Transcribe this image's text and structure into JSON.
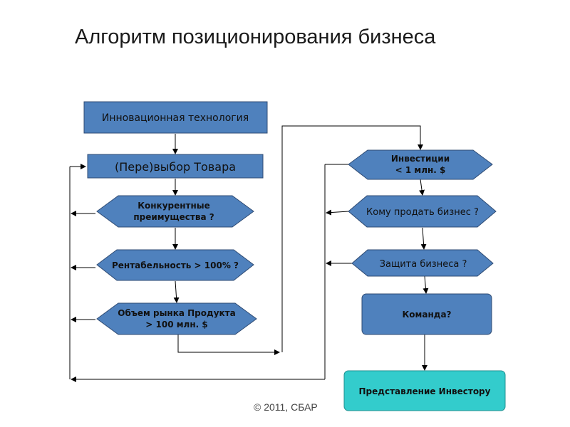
{
  "title": "Алгоритм позиционирования бизнеса",
  "footer": "© 2011, СБАР",
  "colors": {
    "node_fill": "#4f81bd",
    "node_stroke": "#2f4b73",
    "final_fill": "#33cccc",
    "line": "#000000"
  },
  "nodes": {
    "innovation": "Инновационная технология",
    "product_choice": "(Пере)выбор Товара",
    "competitive_1": "Конкурентные",
    "competitive_2": "преимущества ?",
    "profitability": "Рентабельность > 100% ?",
    "market_1": "Объем рынка Продукта",
    "market_2": "> 100 млн. $",
    "investment_1": "Инвестиции",
    "investment_2": "< 1 млн. $",
    "sell_to": "Кому продать бизнес ?",
    "protection": "Защита бизнеса ?",
    "team": "Команда?",
    "investor_presentation": "Представление Инвестору"
  }
}
